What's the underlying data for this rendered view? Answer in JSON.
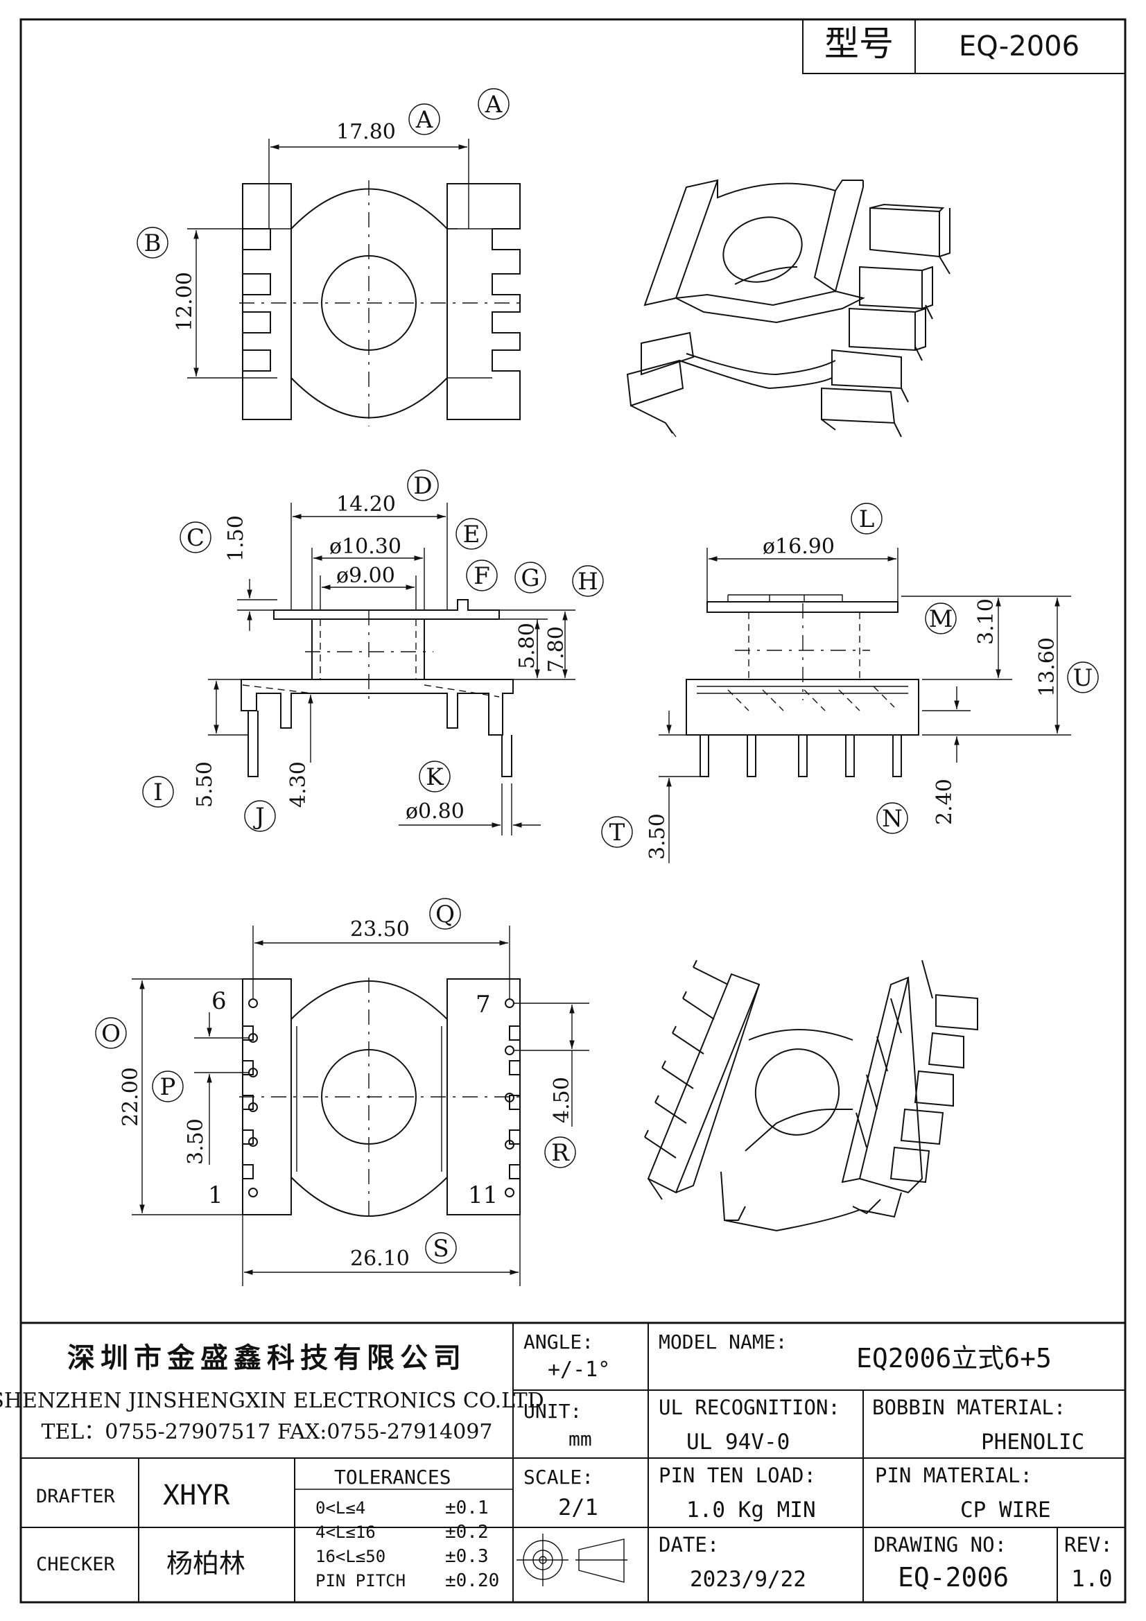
{
  "header": {
    "label_type": "型号",
    "model_code": "EQ-2006"
  },
  "dims": {
    "a_17_80": "17.80",
    "b_12_00": "12.00",
    "d_14_20": "14.20",
    "c_1_50": "1.50",
    "e_10_30": "ø10.30",
    "f_9_00": "ø9.00",
    "h_5_80": "5.80",
    "h_7_80": "7.80",
    "i_5_50": "5.50",
    "j_4_30": "4.30",
    "k_0_80": "ø0.80",
    "l_16_90": "ø16.90",
    "m_3_10": "3.10",
    "u_13_60": "13.60",
    "n_2_40": "2.40",
    "t_3_50": "3.50",
    "q_23_50": "23.50",
    "o_22_00": "22.00",
    "p_3_50": "3.50",
    "r_4_50": "4.50",
    "s_26_10": "26.10"
  },
  "labels": [
    "A",
    "A",
    "B",
    "C",
    "D",
    "E",
    "F",
    "G",
    "H",
    "I",
    "J",
    "K",
    "L",
    "M",
    "U",
    "N",
    "T",
    "Q",
    "O",
    "P",
    "R",
    "S"
  ],
  "pins": {
    "p6": "6",
    "p7": "7",
    "p1": "1",
    "p11": "11"
  },
  "title_block": {
    "company_cn": "深圳市金盛鑫科技有限公司",
    "company_en": "SHENZHEN JINSHENGXIN ELECTRONICS CO.LTD",
    "contact": "TEL：0755-27907517  FAX:0755-27914097",
    "angle_label": "ANGLE:",
    "angle_value": "+/-1°",
    "model_label": "MODEL NAME:",
    "model_value": "EQ2006立式6+5",
    "unit_label": "UNIT:",
    "unit_value": "mm",
    "ul_label": "UL RECOGNITION:",
    "ul_value": "UL 94V-0",
    "bobbin_label": "BOBBIN MATERIAL:",
    "bobbin_value": "PHENOLIC",
    "drafter_label": "DRAFTER",
    "drafter_value": "XHYR",
    "tol_label": "TOLERANCES",
    "tol_rows": [
      {
        "range": "0<L≤4",
        "val": "±0.1"
      },
      {
        "range": "4<L≤16",
        "val": "±0.2"
      },
      {
        "range": "16<L≤50",
        "val": "±0.3"
      },
      {
        "range": "PIN PITCH",
        "val": "±0.20"
      }
    ],
    "scale_label": "SCALE:",
    "scale_value": "2/1",
    "pin_load_label": "PIN TEN LOAD:",
    "pin_load_value": "1.0 Kg MIN",
    "pin_mat_label": "PIN MATERIAL:",
    "pin_mat_value": "CP WIRE",
    "checker_label": "CHECKER",
    "checker_value": "杨柏林",
    "date_label": "DATE:",
    "date_value": "2023/9/22",
    "drawing_no_label": "DRAWING NO:",
    "drawing_no_value": "EQ-2006",
    "rev_label": "REV:",
    "rev_value": "1.0"
  }
}
